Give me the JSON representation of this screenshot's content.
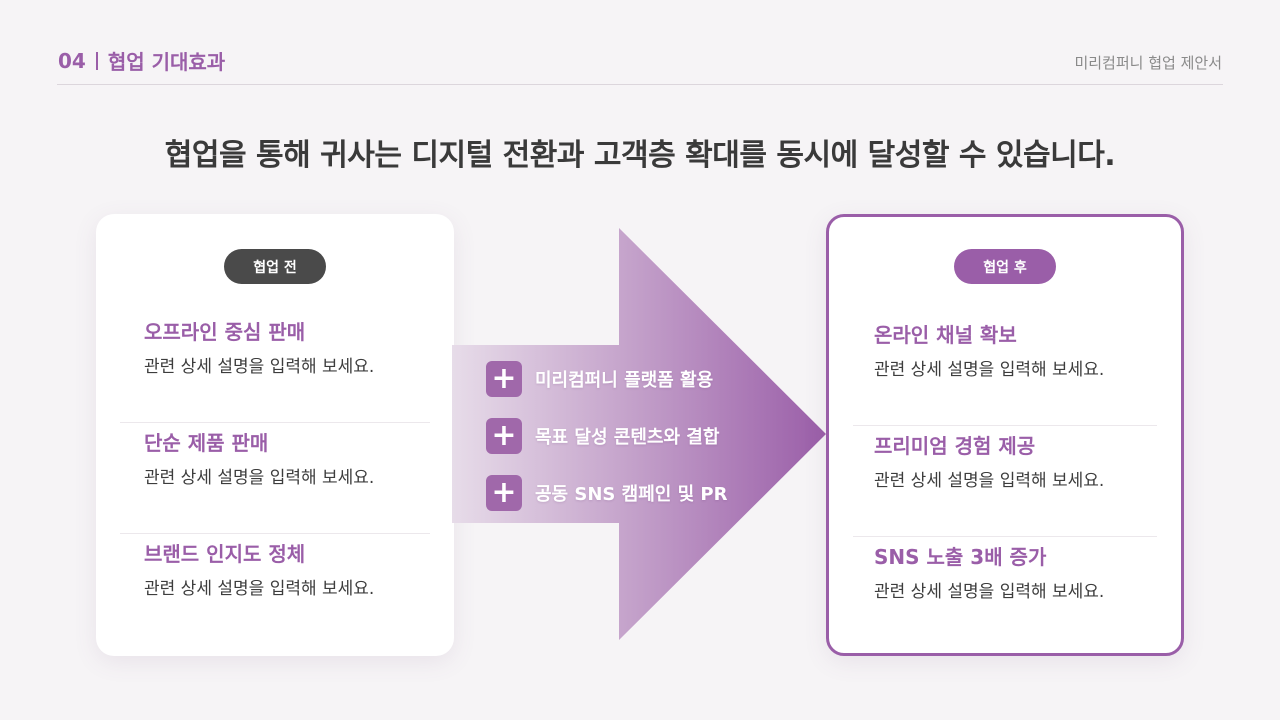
{
  "header": {
    "section_number": "04",
    "section_title": "협업 기대효과",
    "document_title": "미리컴퍼니 협업 제안서"
  },
  "headline": "협업을 통해 귀사는 디지털 전환과 고객층 확대를 동시에 달성할 수 있습니다.",
  "before": {
    "badge": "협업 전",
    "items": [
      {
        "title": "오프라인 중심 판매",
        "desc": "관련 상세 설명을 입력해 보세요."
      },
      {
        "title": "단순 제품 판매",
        "desc": "관련 상세 설명을 입력해 보세요."
      },
      {
        "title": "브랜드 인지도 정체",
        "desc": "관련 상세 설명을 입력해 보세요."
      }
    ]
  },
  "after": {
    "badge": "협업 후",
    "items": [
      {
        "title": "온라인 채널 확보",
        "desc": "관련 상세 설명을 입력해 보세요."
      },
      {
        "title": "프리미엄 경험 제공",
        "desc": "관련 상세 설명을 입력해 보세요."
      },
      {
        "title": "SNS 노출 3배 증가",
        "desc": "관련 상세 설명을 입력해 보세요."
      }
    ]
  },
  "benefits": [
    {
      "icon": "plus-icon",
      "label": "미리컴퍼니 플랫폼 활용"
    },
    {
      "icon": "plus-icon",
      "label": "목표 달성 콘텐츠와 결합"
    },
    {
      "icon": "plus-icon",
      "label": "공동 SNS 캠페인 및 PR"
    }
  ],
  "colors": {
    "accent": "#9a5ea8",
    "dark_badge": "#4a4a4a",
    "background": "#f6f4f6"
  }
}
